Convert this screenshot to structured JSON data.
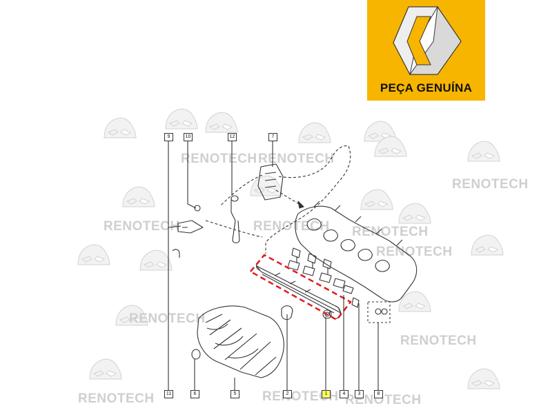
{
  "badge": {
    "text": "PEÇA GENUÍNA",
    "background": "#f7b500"
  },
  "watermark": {
    "text": "RENOTECH",
    "color": "#cfcfcf"
  },
  "highlight": {
    "color": "#e02020",
    "selected_callout": "1"
  },
  "callouts": [
    "1",
    "2",
    "3",
    "4",
    "5",
    "6",
    "7",
    "8",
    "9",
    "10",
    "11",
    "12"
  ],
  "icons": [
    "renault-diamond-logo",
    "car-watermark-icon"
  ]
}
